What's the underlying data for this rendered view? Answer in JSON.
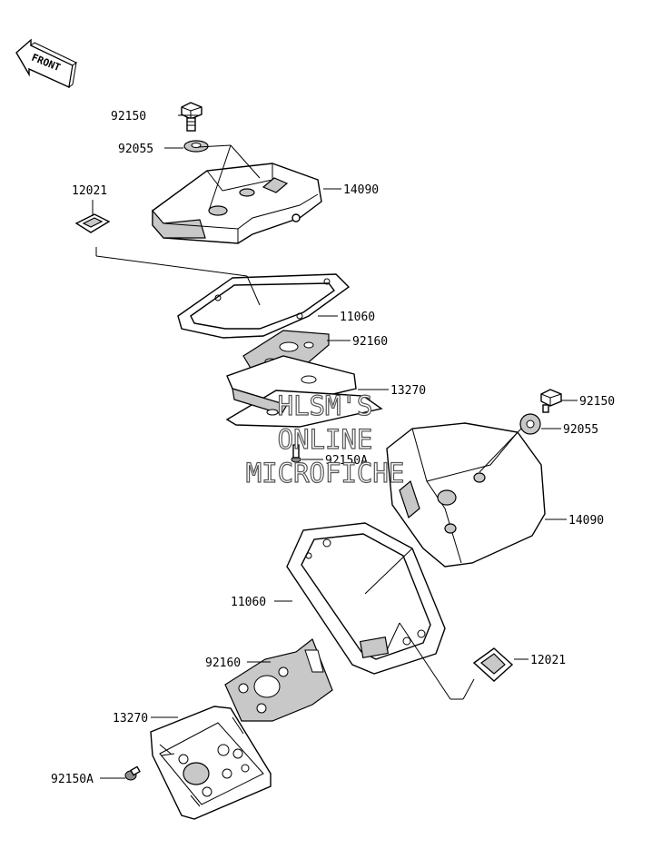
{
  "front_arrow": {
    "label": "FRONT"
  },
  "watermark": {
    "line1": "HLSM'S",
    "line2": "ONLINE",
    "line3": "MICROFICHE"
  },
  "labels": {
    "top_bolt": "92150",
    "top_washer": "92055",
    "top_cover": "14090",
    "top_cap": "12021",
    "top_gasket": "11060",
    "top_plate_gasket": "92160",
    "top_plate": "13270",
    "top_screw": "92150A",
    "bot_bolt": "92150",
    "bot_washer": "92055",
    "bot_cover": "14090",
    "bot_gasket": "11060",
    "bot_cap": "12021",
    "bot_plate_gasket": "92160",
    "bot_plate": "13270",
    "bot_screw": "92150A"
  }
}
